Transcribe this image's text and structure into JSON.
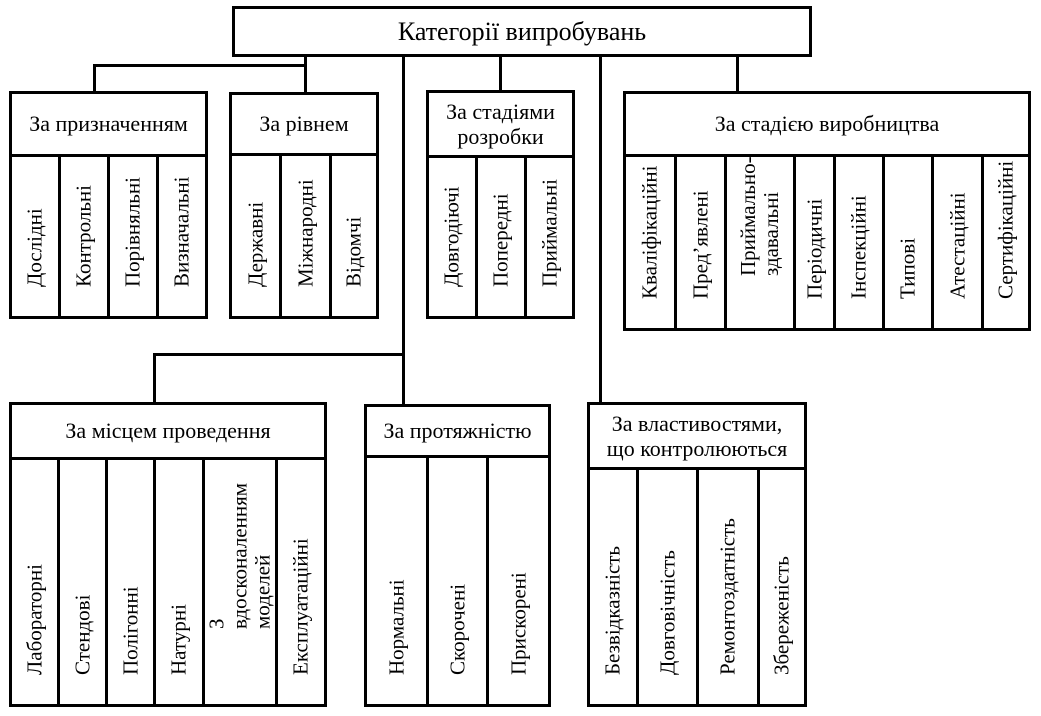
{
  "root": {
    "label": "Категорії випробувань"
  },
  "categories": {
    "purpose": {
      "label": "За призначенням",
      "items": [
        "Дослідні",
        "Контрольні",
        "Порівняльні",
        "Визначальні"
      ]
    },
    "level": {
      "label": "За рівнем",
      "items": [
        "Державні",
        "Міжнародні",
        "Відомчі"
      ]
    },
    "development": {
      "label": "За стадіями розробки",
      "items": [
        "Довгодіючі",
        "Попередні",
        "Приймальні"
      ]
    },
    "production": {
      "label": "За стадією виробництва",
      "items": [
        "Кваліфікаційні",
        "Пред’явлені",
        "Приймально-\nздавальні",
        "Періодичні",
        "Інспекційні",
        "Типові",
        "Атестаційні",
        "Сертифікаційні"
      ]
    },
    "location": {
      "label": "За місцем проведення",
      "items": [
        "Лабораторні",
        "Стендові",
        "Полігонні",
        "Натурні",
        "З вдосконаленням\nмоделей",
        "Експлуатаційні"
      ]
    },
    "duration": {
      "label": "За протяжністю",
      "items": [
        "Нормальні",
        "Скорочені",
        "Прискорені"
      ]
    },
    "properties": {
      "label": "За властивостями, що контролюються",
      "items": [
        "Безвідказність",
        "Довговічність",
        "Ремонтоздатність",
        "Збереженість"
      ]
    }
  }
}
